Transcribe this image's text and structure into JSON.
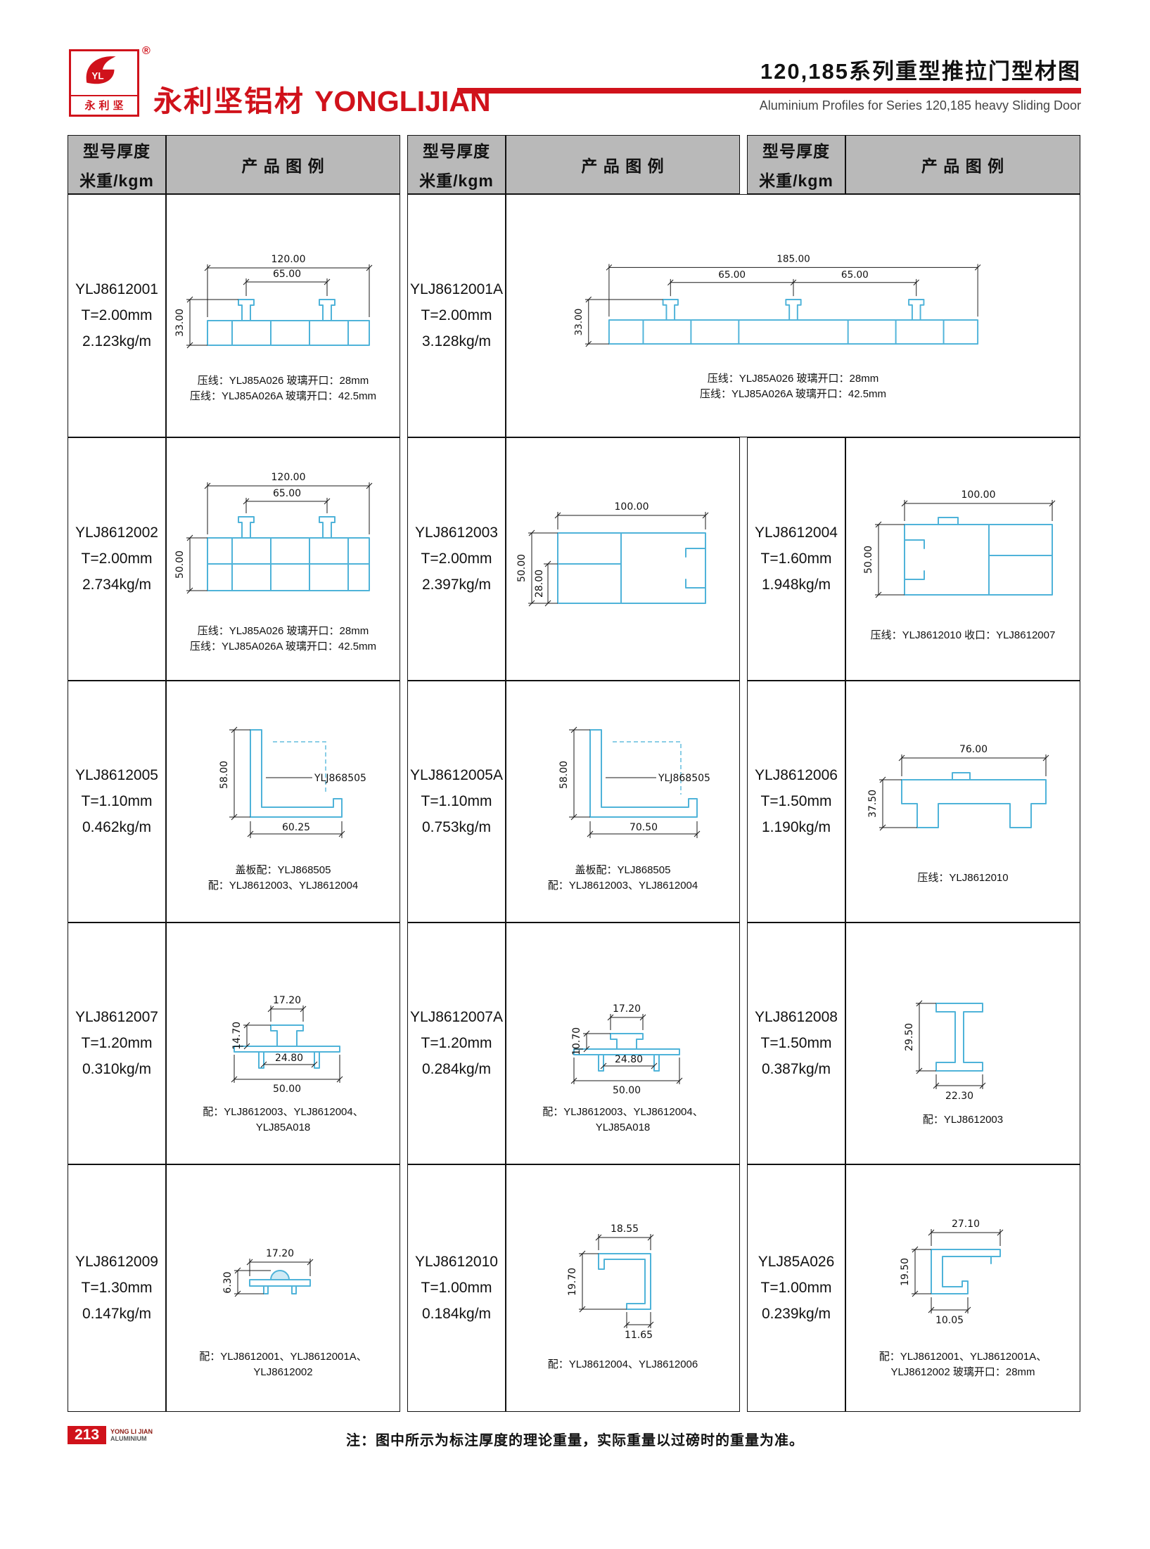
{
  "header": {
    "logo_caption": "永利坚",
    "logo_reg": "®",
    "brand_cn": "永利坚铝材",
    "brand_en": "YONGLIJIAN",
    "title_cn": "120,185系列重型推拉门型材图",
    "title_en": "Aluminium Profiles for Series 120,185 heavy Sliding Door"
  },
  "table_head": {
    "model_l1": "型号厚度",
    "model_l2": "米重/kgm",
    "product": "产 品 图 例"
  },
  "cells": {
    "r1c1": {
      "model": "YLJ8612001",
      "thickness": "T=2.00mm",
      "weight": "2.123kg/m",
      "dim_width": "120.00",
      "dim_inner": "65.00",
      "dim_height": "33.00",
      "note1": "压线：YLJ85A026 玻璃开口：28mm",
      "note2": "压线：YLJ85A026A 玻璃开口：42.5mm"
    },
    "r1c2": {
      "model": "YLJ8612001A",
      "thickness": "T=2.00mm",
      "weight": "3.128kg/m",
      "dim_width": "185.00",
      "dim_inner1": "65.00",
      "dim_inner2": "65.00",
      "dim_height": "33.00",
      "note1": "压线：YLJ85A026 玻璃开口：28mm",
      "note2": "压线：YLJ85A026A 玻璃开口：42.5mm"
    },
    "r2c1": {
      "model": "YLJ8612002",
      "thickness": "T=2.00mm",
      "weight": "2.734kg/m",
      "dim_width": "120.00",
      "dim_inner": "65.00",
      "dim_height": "50.00",
      "note1": "压线：YLJ85A026 玻璃开口：28mm",
      "note2": "压线：YLJ85A026A 玻璃开口：42.5mm"
    },
    "r2c2": {
      "model": "YLJ8612003",
      "thickness": "T=2.00mm",
      "weight": "2.397kg/m",
      "dim_width": "100.00",
      "dim_height": "50.00",
      "dim_inner": "28.00"
    },
    "r2c3": {
      "model": "YLJ8612004",
      "thickness": "T=1.60mm",
      "weight": "1.948kg/m",
      "dim_width": "100.00",
      "dim_height": "50.00",
      "note1": "压线：YLJ8612010 收口：YLJ8612007"
    },
    "r3c1": {
      "model": "YLJ8612005",
      "thickness": "T=1.10mm",
      "weight": "0.462kg/m",
      "dim_height": "58.00",
      "dim_width": "60.25",
      "label": "YLJ868505",
      "note1": "盖板配：YLJ868505",
      "note2": "配：YLJ8612003、YLJ8612004"
    },
    "r3c2": {
      "model": "YLJ8612005A",
      "thickness": "T=1.10mm",
      "weight": "0.753kg/m",
      "dim_height": "58.00",
      "dim_width": "70.50",
      "label": "YLJ868505",
      "note1": "盖板配：YLJ868505",
      "note2": "配：YLJ8612003、YLJ8612004"
    },
    "r3c3": {
      "model": "YLJ8612006",
      "thickness": "T=1.50mm",
      "weight": "1.190kg/m",
      "dim_width": "76.00",
      "dim_height": "37.50",
      "note1": "压线：YLJ8612010"
    },
    "r4c1": {
      "model": "YLJ8612007",
      "thickness": "T=1.20mm",
      "weight": "0.310kg/m",
      "dim_h1": "14.70",
      "dim_top": "17.20",
      "dim_inner": "24.80",
      "dim_width": "50.00",
      "note1": "配：YLJ8612003、YLJ8612004、",
      "note2": "YLJ85A018"
    },
    "r4c2": {
      "model": "YLJ8612007A",
      "thickness": "T=1.20mm",
      "weight": "0.284kg/m",
      "dim_top": "17.20",
      "dim_h1": "10.70",
      "dim_inner": "24.80",
      "dim_width": "50.00",
      "note1": "配：YLJ8612003、YLJ8612004、",
      "note2": "YLJ85A018"
    },
    "r4c3": {
      "model": "YLJ8612008",
      "thickness": "T=1.50mm",
      "weight": "0.387kg/m",
      "dim_height": "29.50",
      "dim_width": "22.30",
      "note1": "配：YLJ8612003"
    },
    "r5c1": {
      "model": "YLJ8612009",
      "thickness": "T=1.30mm",
      "weight": "0.147kg/m",
      "dim_top": "17.20",
      "dim_height": "6.30",
      "note1": "配：YLJ8612001、YLJ8612001A、",
      "note2": "YLJ8612002"
    },
    "r5c2": {
      "model": "YLJ8612010",
      "thickness": "T=1.00mm",
      "weight": "0.184kg/m",
      "dim_top": "18.55",
      "dim_height": "19.70",
      "dim_bottom": "11.65",
      "note1": "配：YLJ8612004、YLJ8612006"
    },
    "r5c3": {
      "model": "YLJ85A026",
      "thickness": "T=1.00mm",
      "weight": "0.239kg/m",
      "dim_top": "27.10",
      "dim_height": "19.50",
      "dim_bottom": "10.05",
      "note1": "配：YLJ8612001、YLJ8612001A、",
      "note2": "YLJ8612002 玻璃开口：28mm"
    }
  },
  "footer": {
    "page": "213",
    "tag1": "YONG LI JIAN",
    "tag2": "ALUMINIUM",
    "note": "注：图中所示为标注厚度的理论重量，实际重量以过磅时的重量为准。"
  }
}
